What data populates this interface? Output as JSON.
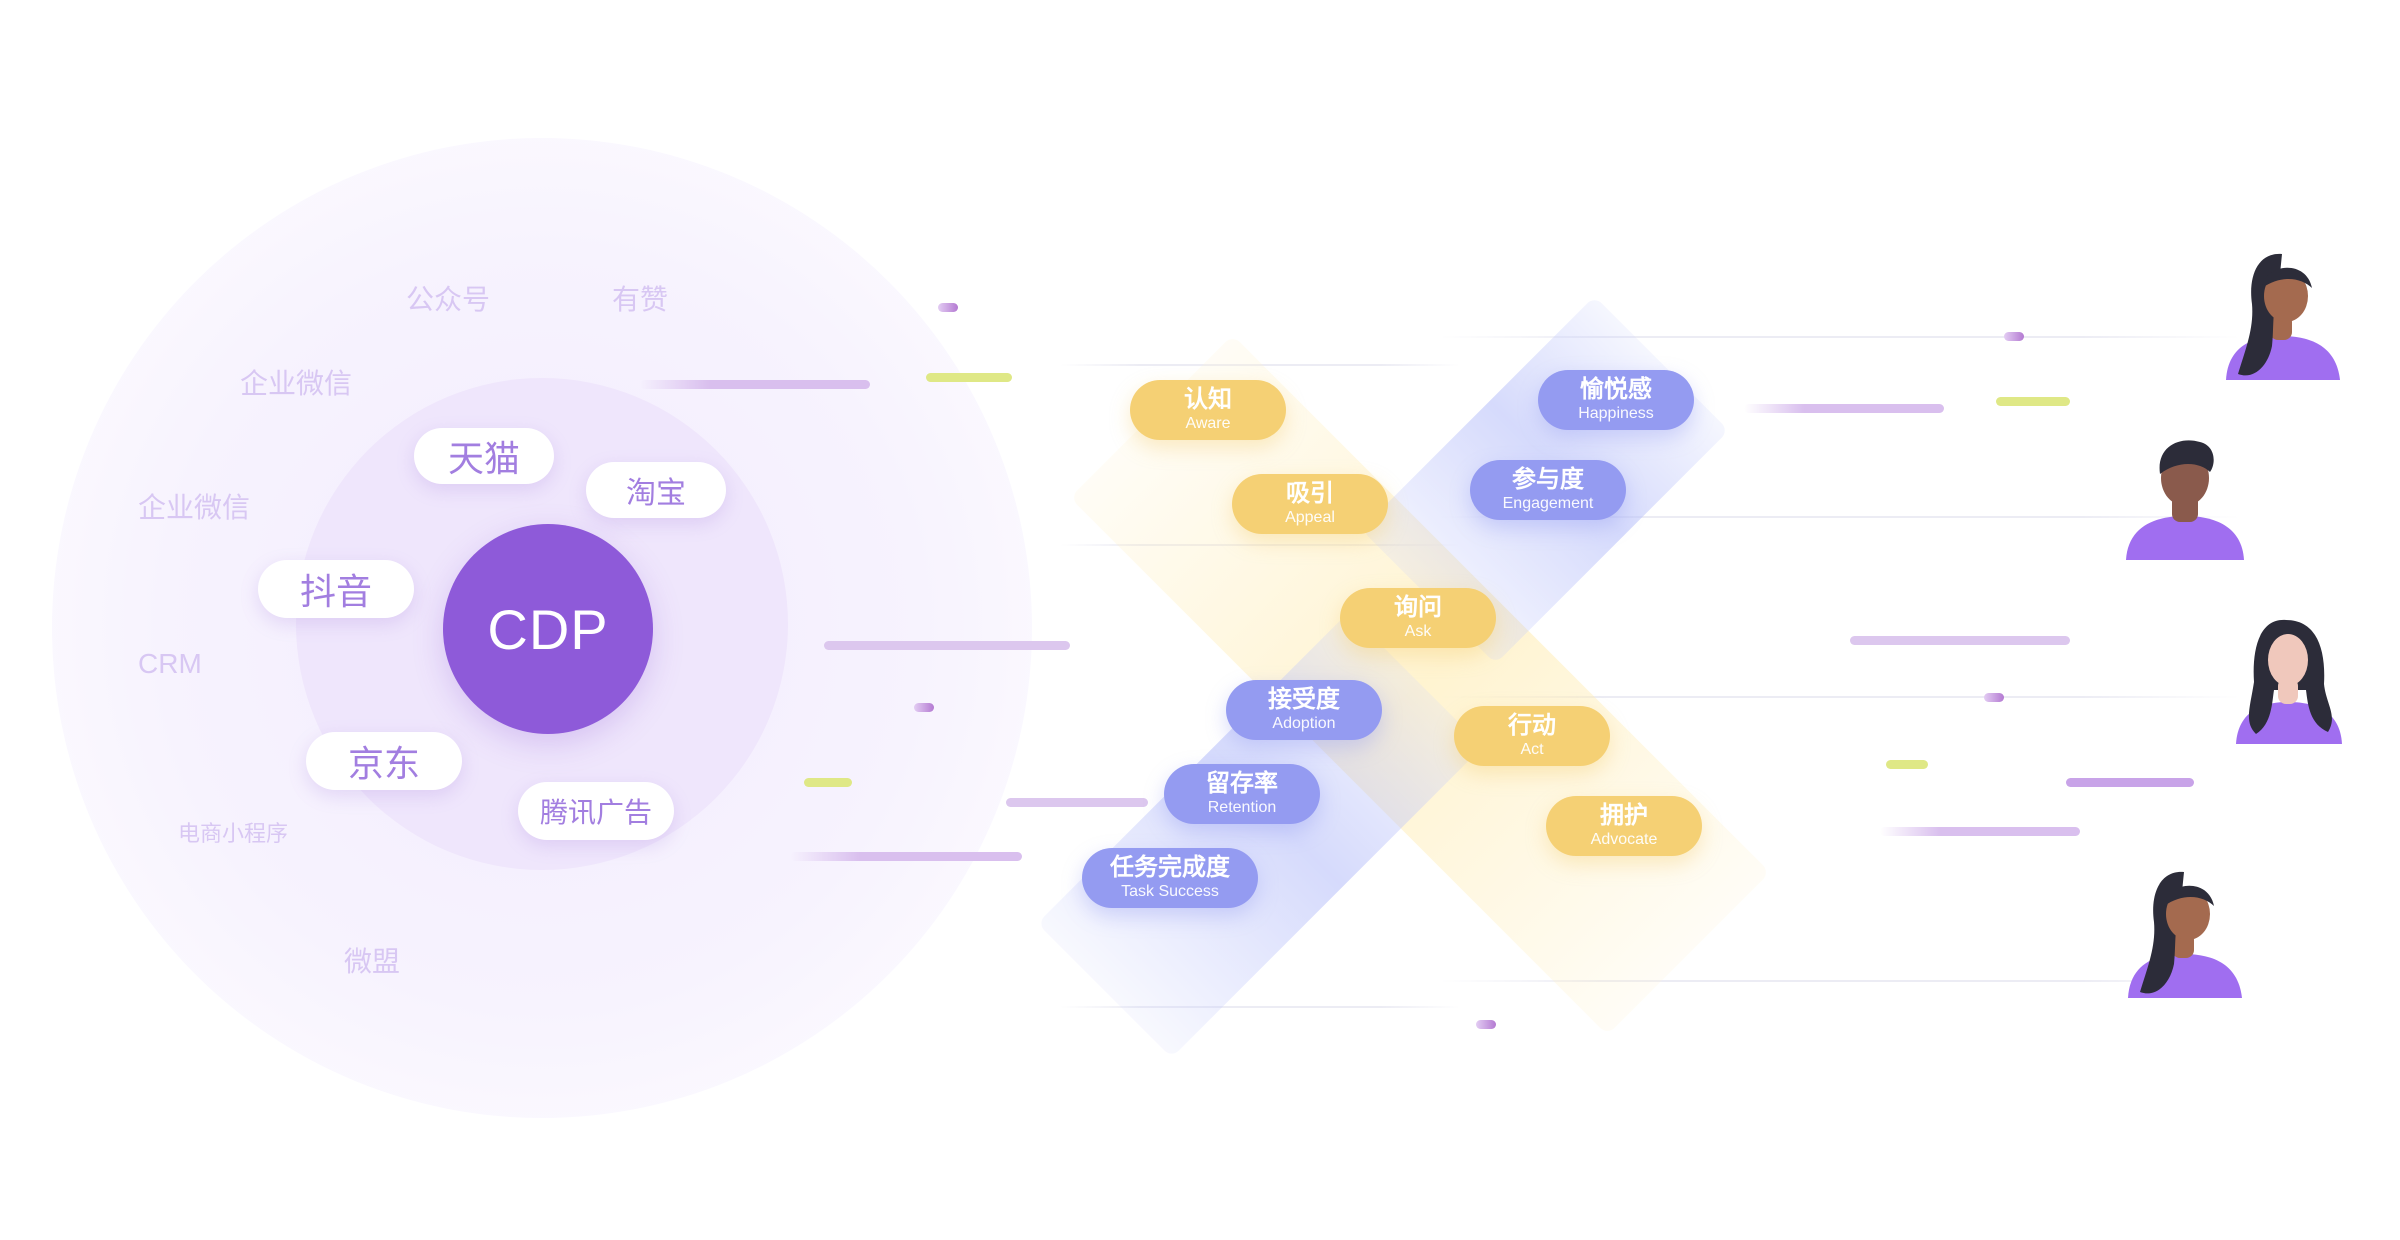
{
  "diagram": {
    "core": "CDP",
    "inner_channels": [
      "天猫",
      "淘宝",
      "抖音",
      "京东",
      "腾讯广告"
    ],
    "outer_channels": [
      "公众号",
      "有赞",
      "企业微信",
      "企业微信",
      "CRM",
      "电商小程序",
      "微盟"
    ],
    "aware_stages": [
      {
        "zh": "认知",
        "en": "Aware"
      },
      {
        "zh": "吸引",
        "en": "Appeal"
      },
      {
        "zh": "询问",
        "en": "Ask"
      },
      {
        "zh": "行动",
        "en": "Act"
      },
      {
        "zh": "拥护",
        "en": "Advocate"
      }
    ],
    "heart_upper": [
      {
        "zh": "愉悦感",
        "en": "Happiness"
      },
      {
        "zh": "参与度",
        "en": "Engagement"
      }
    ],
    "heart_lower": [
      {
        "zh": "接受度",
        "en": "Adoption"
      },
      {
        "zh": "留存率",
        "en": "Retention"
      },
      {
        "zh": "任务完成度",
        "en": "Task Success"
      }
    ],
    "avatars": [
      "woman-avatar-1",
      "man-avatar",
      "woman-avatar-2",
      "woman-avatar-3"
    ]
  },
  "colors": {
    "core_purple": "#8e5ad9",
    "label_purple": "#a27ee0",
    "stage_yellow": "#f5d074",
    "stage_blue": "#949bf1",
    "accent_green": "#dfe886"
  }
}
